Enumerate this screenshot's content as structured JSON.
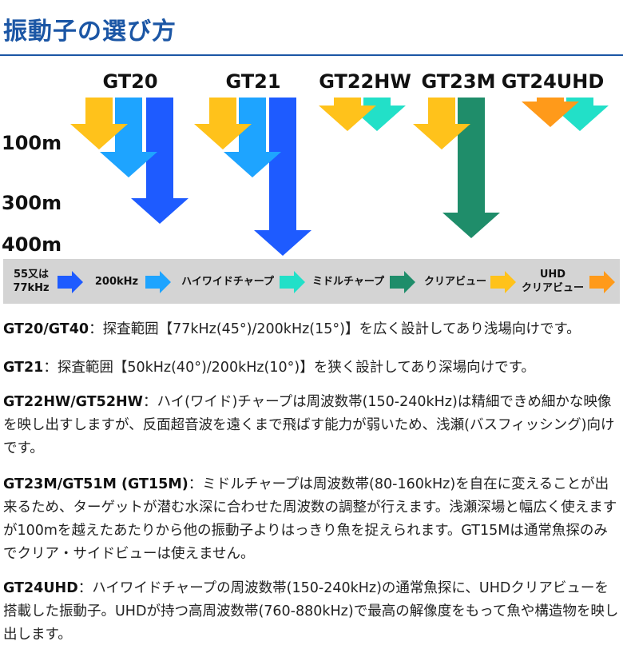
{
  "header": {
    "title": "振動子の選び方"
  },
  "models": [
    "GT20",
    "GT21",
    "GT22HW",
    "GT23M",
    "GT24UHD"
  ],
  "depths": [
    "100m",
    "300m",
    "400m"
  ],
  "legend": [
    {
      "label": "55又は 77kHz",
      "color": "#1e5bff"
    },
    {
      "label": "200kHz",
      "color": "#1ea4ff"
    },
    {
      "label": "ハイワイドチャープ",
      "color": "#22e0c8"
    },
    {
      "label": "ミドルチャープ",
      "color": "#1f8d6a"
    },
    {
      "label": "クリアビュー",
      "color": "#ffc21b"
    },
    {
      "label": "UHD クリアビュー",
      "color": "#ff9a1a"
    }
  ],
  "colors": {
    "title": "#1b56a5",
    "yellow": "#ffc21b",
    "lightblue": "#1ea4ff",
    "blue": "#1e5bff",
    "teal": "#22e0c8",
    "green": "#1f8d6a",
    "orange": "#ff9a1a"
  },
  "descriptions": [
    {
      "name": "GT20/GT40",
      "text": "：探査範囲【77kHz(45°)/200kHz(15°)】を広く設計してあり浅場向けです。"
    },
    {
      "name": "GT21",
      "text": "：探査範囲【50kHz(40°)/200kHz(10°)】を狭く設計してあり深場向けです。"
    },
    {
      "name": "GT22HW/GT52HW",
      "text": "：ハイ(ワイド)チャープは周波数帯(150-240kHz)は精細できめ細かな映像を映し出すしますが、反面超音波を遠くまで飛ばす能力が弱いため、浅瀬(バスフィッシング)向けです。"
    },
    {
      "name": "GT23M/GT51M (GT15M)",
      "text": "：ミドルチャープは周波数帯(80-160kHz)を自在に変えることが出来るため、ターゲットが潜む水深に合わせた周波数の調整が行えます。浅瀬深場と幅広く使えますが100mを越えたあたりから他の振動子よりはっきり魚を捉えられます。GT15Mは通常魚探のみでクリア・サイドビューは使えません。"
    },
    {
      "name": "GT24UHD",
      "text": "：ハイワイドチャープの周波数帯(150-240kHz)の通常魚探に、UHDクリアビューを搭載した振動子。UHDが持つ高周波数帯(760-880kHz)で最高の解像度をもって魚や構造物を映し出します。"
    }
  ]
}
